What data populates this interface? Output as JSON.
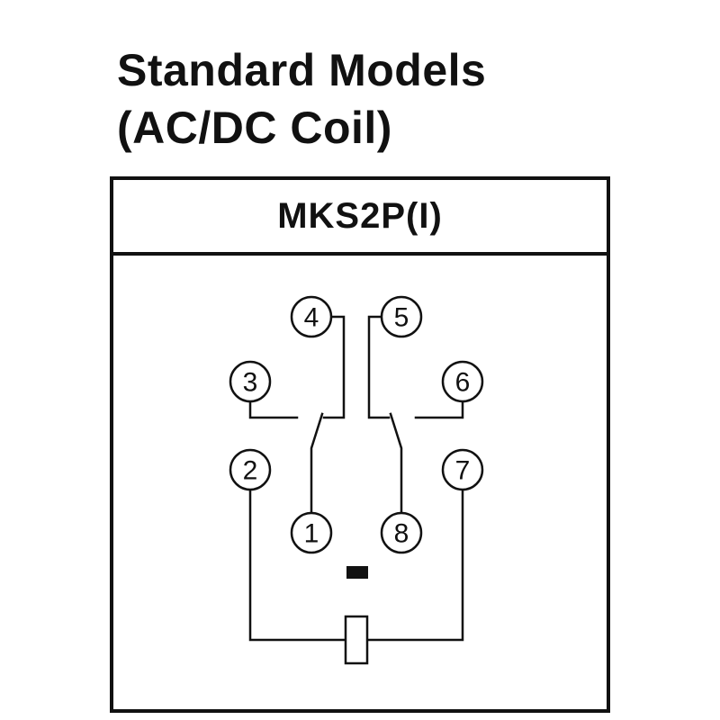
{
  "title": {
    "line1": "Standard Models",
    "line2": "(AC/DC Coil)"
  },
  "model": "MKS2P(I)",
  "pins": {
    "p1": "1",
    "p2": "2",
    "p3": "3",
    "p4": "4",
    "p5": "5",
    "p6": "6",
    "p7": "7",
    "p8": "8"
  },
  "colors": {
    "ink": "#111111",
    "background": "#ffffff"
  }
}
